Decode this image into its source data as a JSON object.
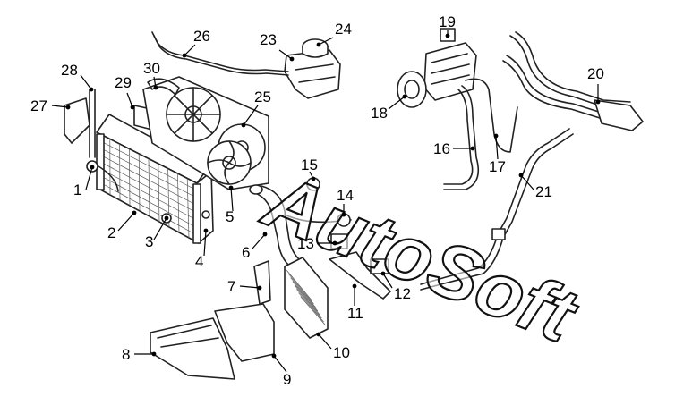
{
  "watermark": "AutoSoft",
  "colors": {
    "line": "#222222",
    "background": "#ffffff",
    "text": "#000000"
  },
  "callouts": [
    {
      "id": "c1",
      "label": "1"
    },
    {
      "id": "c2",
      "label": "2"
    },
    {
      "id": "c3",
      "label": "3"
    },
    {
      "id": "c4",
      "label": "4"
    },
    {
      "id": "c5",
      "label": "5"
    },
    {
      "id": "c6",
      "label": "6"
    },
    {
      "id": "c7",
      "label": "7"
    },
    {
      "id": "c8",
      "label": "8"
    },
    {
      "id": "c9",
      "label": "9"
    },
    {
      "id": "c10",
      "label": "10"
    },
    {
      "id": "c11",
      "label": "11"
    },
    {
      "id": "c12",
      "label": "12"
    },
    {
      "id": "c13",
      "label": "13"
    },
    {
      "id": "c14",
      "label": "14"
    },
    {
      "id": "c15",
      "label": "15"
    },
    {
      "id": "c16",
      "label": "16"
    },
    {
      "id": "c17",
      "label": "17"
    },
    {
      "id": "c18",
      "label": "18"
    },
    {
      "id": "c19",
      "label": "19"
    },
    {
      "id": "c20",
      "label": "20"
    },
    {
      "id": "c21",
      "label": "21"
    },
    {
      "id": "c23",
      "label": "23"
    },
    {
      "id": "c24",
      "label": "24"
    },
    {
      "id": "c25",
      "label": "25"
    },
    {
      "id": "c26",
      "label": "26"
    },
    {
      "id": "c27",
      "label": "27"
    },
    {
      "id": "c28",
      "label": "28"
    },
    {
      "id": "c29",
      "label": "29"
    },
    {
      "id": "c30",
      "label": "30"
    }
  ]
}
